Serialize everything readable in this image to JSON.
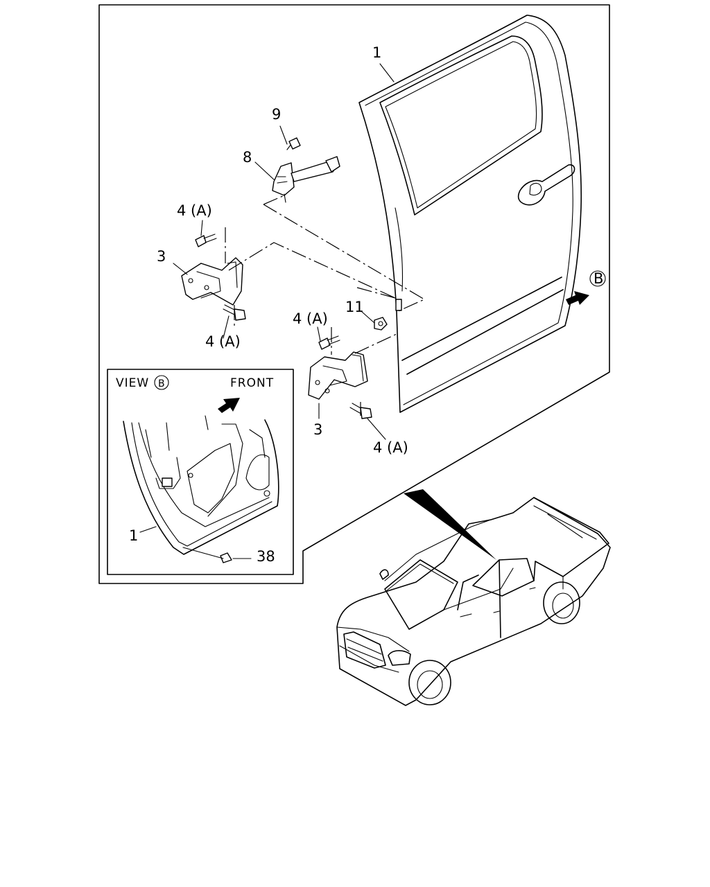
{
  "callouts": {
    "door": "1",
    "screw_9": "9",
    "door_check_8": "8",
    "bolt_upper_top": "4 (A)",
    "hinge_upper": "3",
    "bolt_upper_bottom": "4 (A)",
    "nut_11": "11",
    "bolt_lower_top": "4 (A)",
    "hinge_lower": "3",
    "bolt_lower_bottom": "4 (A)",
    "view_arrow": "B",
    "inset_door": "1",
    "inset_plug": "38"
  },
  "inset": {
    "view_label": "VIEW",
    "view_letter": "B",
    "front_label": "FRONT"
  }
}
